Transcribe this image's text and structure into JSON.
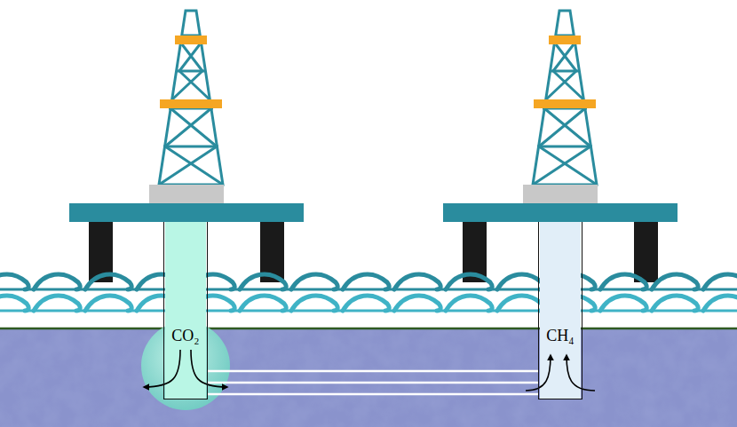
{
  "diagram": {
    "nodes": [
      {
        "text": [
          "CO₂"
        ]
      },
      {
        "text": [
          "CH₄"
        ]
      }
    ],
    "edges": [
      {
        "from": 0,
        "to": 1,
        "arrow": "none"
      },
      {
        "from": 0,
        "to": 1,
        "arrow": "none"
      },
      {
        "from": 0,
        "to": 1,
        "arrow": "none"
      }
    ]
  }
}
